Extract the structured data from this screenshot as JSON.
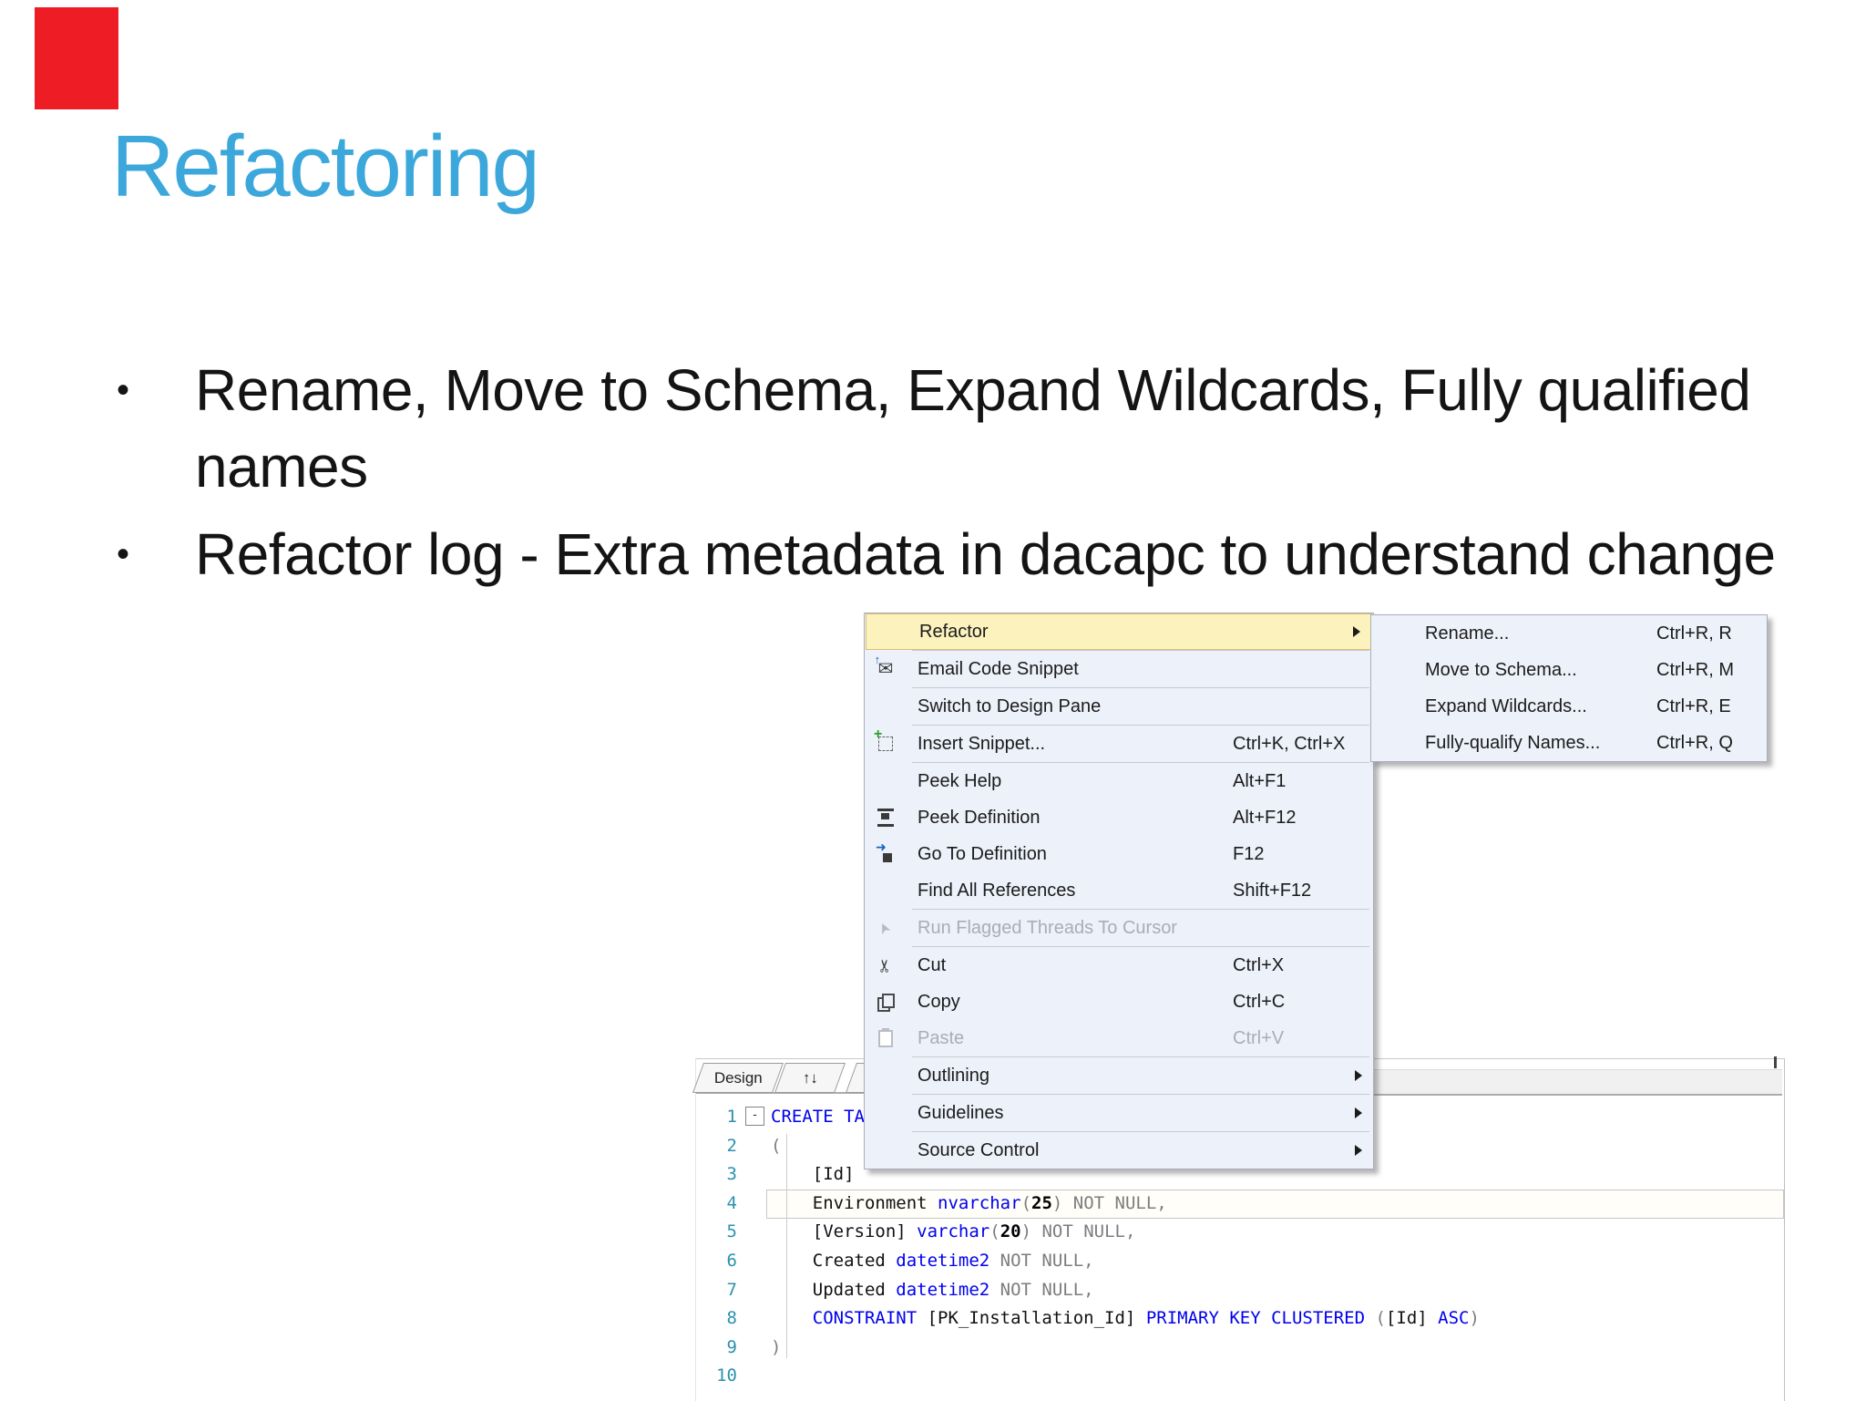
{
  "slide": {
    "title": "Refactoring",
    "bullets": [
      "Rename, Move to Schema, Expand Wildcards, Fully qualified names",
      "Refactor log - Extra metadata in dacapc to understand change"
    ],
    "bullet_glyph": "•"
  },
  "colors": {
    "accent_red": "#EE1C25",
    "title_blue": "#3CA7DB",
    "menu_bg": "#EDF1FA",
    "menu_highlight_bg": "#FCF2BD",
    "menu_highlight_border": "#E2BE68",
    "keyword_blue": "#0000EE",
    "line_number_teal": "#2B91AF",
    "muted_gray": "#7D7D7D"
  },
  "context_menu": {
    "items": [
      {
        "label": "Refactor",
        "shortcut": "",
        "icon": "",
        "submenu": true,
        "highlighted": true,
        "sep": true
      },
      {
        "label": "Email Code Snippet",
        "shortcut": "",
        "icon": "email",
        "sep": true
      },
      {
        "label": "Switch to Design Pane",
        "shortcut": "",
        "icon": "",
        "sep": true
      },
      {
        "label": "Insert Snippet...",
        "shortcut": "Ctrl+K, Ctrl+X",
        "icon": "snippet",
        "sep": true
      },
      {
        "label": "Peek Help",
        "shortcut": "Alt+F1",
        "icon": ""
      },
      {
        "label": "Peek Definition",
        "shortcut": "Alt+F12",
        "icon": "peekdef"
      },
      {
        "label": "Go To Definition",
        "shortcut": "F12",
        "icon": "gotodef"
      },
      {
        "label": "Find All References",
        "shortcut": "Shift+F12",
        "icon": "",
        "sep": true
      },
      {
        "label": "Run Flagged Threads To Cursor",
        "shortcut": "",
        "icon": "cursor",
        "disabled": true,
        "sep": true
      },
      {
        "label": "Cut",
        "shortcut": "Ctrl+X",
        "icon": "cut"
      },
      {
        "label": "Copy",
        "shortcut": "Ctrl+C",
        "icon": "copy"
      },
      {
        "label": "Paste",
        "shortcut": "Ctrl+V",
        "icon": "paste",
        "disabled": true,
        "sep": true
      },
      {
        "label": "Outlining",
        "shortcut": "",
        "icon": "",
        "submenu": true,
        "sep": true
      },
      {
        "label": "Guidelines",
        "shortcut": "",
        "icon": "",
        "submenu": true,
        "sep": true
      },
      {
        "label": "Source Control",
        "shortcut": "",
        "icon": "",
        "submenu": true
      }
    ]
  },
  "refactor_submenu": {
    "items": [
      {
        "label": "Rename...",
        "shortcut": "Ctrl+R, R"
      },
      {
        "label": "Move to Schema...",
        "shortcut": "Ctrl+R, M"
      },
      {
        "label": "Expand Wildcards...",
        "shortcut": "Ctrl+R, E"
      },
      {
        "label": "Fully-qualify Names...",
        "shortcut": "Ctrl+R, Q"
      }
    ]
  },
  "editor": {
    "tabs": [
      {
        "label": "Design"
      },
      {
        "label": "↑↓"
      },
      {
        "label": ""
      }
    ],
    "fold_glyph": "-",
    "code_lines": [
      {
        "n": "1",
        "tokens": [
          [
            "k",
            "CREATE TA"
          ]
        ]
      },
      {
        "n": "2",
        "tokens": [
          [
            "g",
            "("
          ]
        ]
      },
      {
        "n": "3",
        "tokens": [
          [
            "g",
            "    "
          ],
          [
            "id",
            "[Id]"
          ]
        ]
      },
      {
        "n": "4",
        "current": true,
        "tokens": [
          [
            "g",
            "    "
          ],
          [
            "id",
            "Environment "
          ],
          [
            "k",
            "nvarchar"
          ],
          [
            "g",
            "("
          ],
          [
            "n",
            "25"
          ],
          [
            "g",
            ")"
          ],
          [
            "g",
            " NOT NULL,"
          ]
        ]
      },
      {
        "n": "5",
        "tokens": [
          [
            "g",
            "    "
          ],
          [
            "id",
            "[Version] "
          ],
          [
            "k",
            "varchar"
          ],
          [
            "g",
            "("
          ],
          [
            "n",
            "20"
          ],
          [
            "g",
            ")"
          ],
          [
            "g",
            " NOT NULL,"
          ]
        ]
      },
      {
        "n": "6",
        "tokens": [
          [
            "g",
            "    "
          ],
          [
            "id",
            "Created "
          ],
          [
            "k",
            "datetime2"
          ],
          [
            "g",
            " NOT NULL,"
          ]
        ]
      },
      {
        "n": "7",
        "tokens": [
          [
            "g",
            "    "
          ],
          [
            "id",
            "Updated "
          ],
          [
            "k",
            "datetime2"
          ],
          [
            "g",
            " NOT NULL,"
          ]
        ]
      },
      {
        "n": "8",
        "tokens": [
          [
            "g",
            "    "
          ],
          [
            "k",
            "CONSTRAINT"
          ],
          [
            "id",
            " [PK_Installation_Id] "
          ],
          [
            "k",
            "PRIMARY KEY CLUSTERED"
          ],
          [
            "g",
            " ("
          ],
          [
            "id",
            "[Id]"
          ],
          [
            "k",
            " ASC"
          ],
          [
            "g",
            ")"
          ]
        ]
      },
      {
        "n": "9",
        "tokens": [
          [
            "g",
            ")"
          ]
        ]
      },
      {
        "n": "10",
        "tokens": []
      }
    ]
  }
}
